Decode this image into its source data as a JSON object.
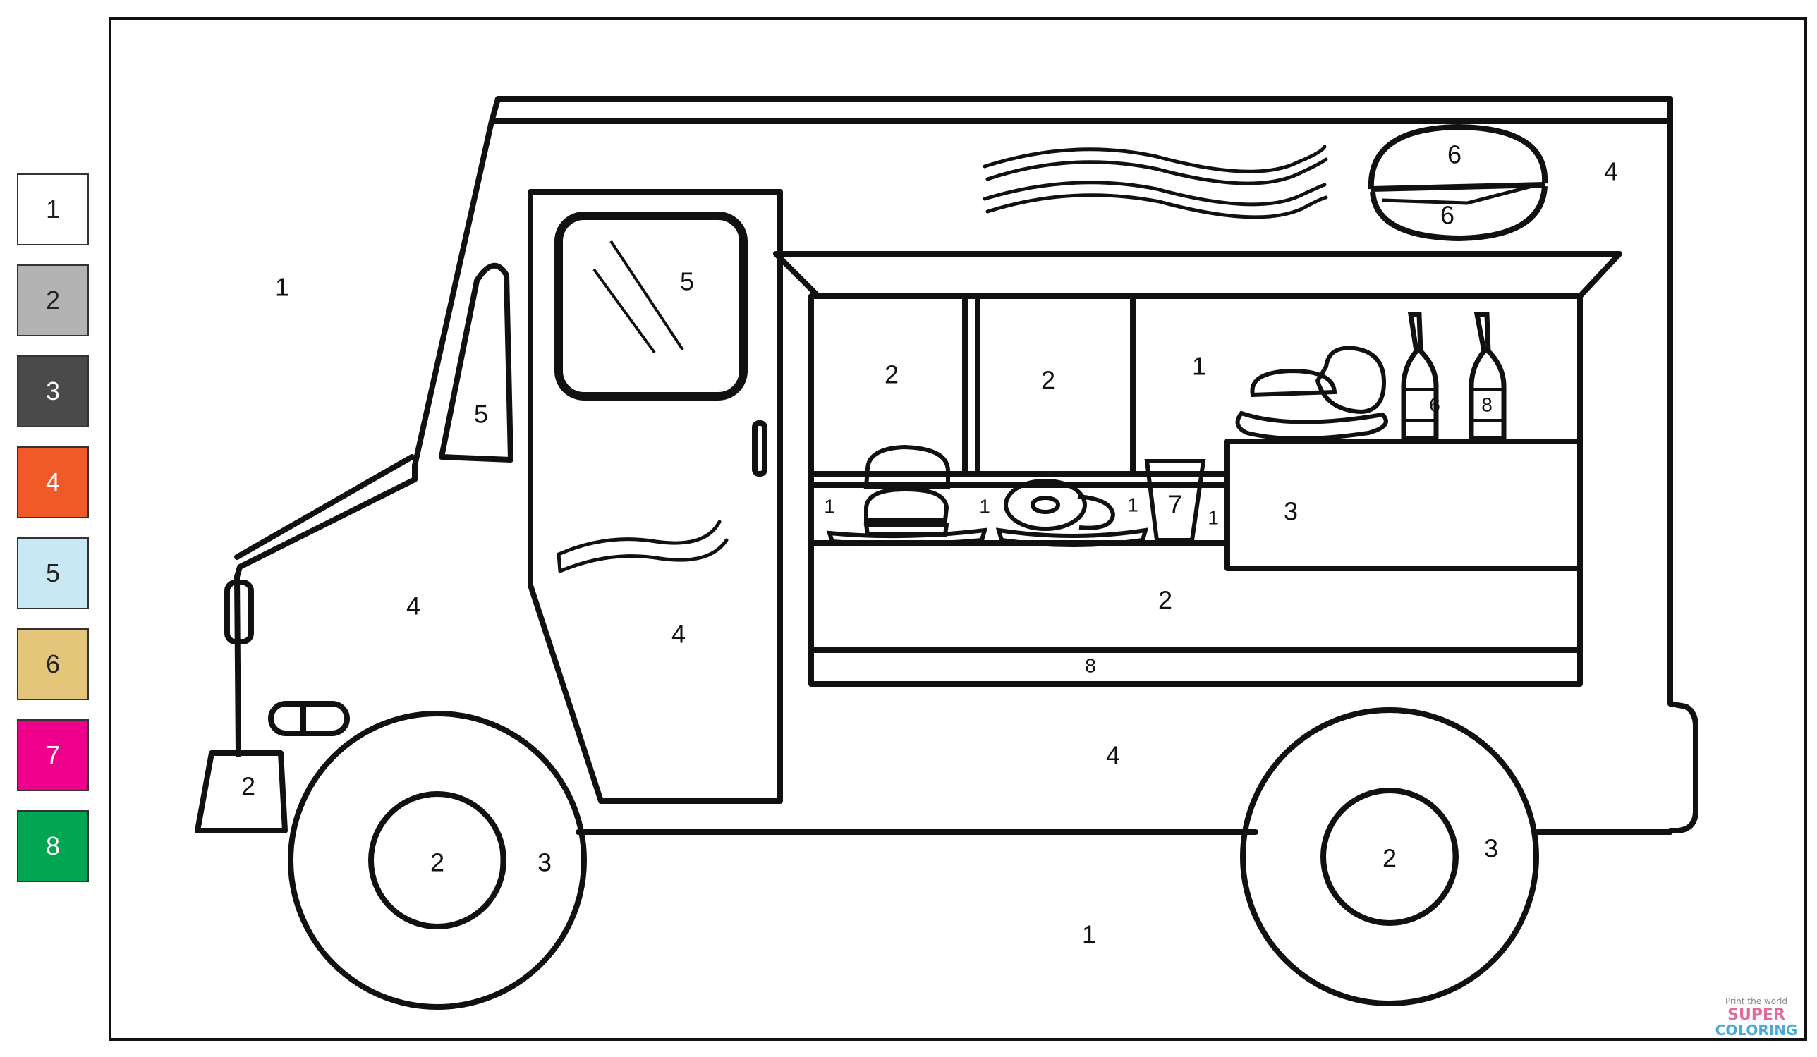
{
  "palette": [
    {
      "number": "1",
      "color": "#ffffff"
    },
    {
      "number": "2",
      "color": "#b3b3b3"
    },
    {
      "number": "3",
      "color": "#4a4a4a"
    },
    {
      "number": "4",
      "color": "#f05a28"
    },
    {
      "number": "5",
      "color": "#c8e8f4"
    },
    {
      "number": "6",
      "color": "#e4c67a"
    },
    {
      "number": "7",
      "color": "#ee008c"
    },
    {
      "number": "8",
      "color": "#00a651"
    }
  ],
  "regions": {
    "sky": "1",
    "hood_body": "4",
    "door_body": "4",
    "van_body_lower": "4",
    "van_top_right": "4",
    "ground": "1",
    "side_window": "5",
    "door_window": "5",
    "bumper": "2",
    "front_wheel_hub": "2",
    "front_wheel_tire": "3",
    "rear_wheel_hub": "2",
    "rear_wheel_tire": "3",
    "kitchen_panel_1": "2",
    "kitchen_panel_2": "2",
    "kitchen_panel_3": "1",
    "counter_front": "2",
    "counter_stripe": "8",
    "cabinet": "3",
    "plate_gap_1": "1",
    "plate_gap_2": "1",
    "plate_gap_3": "1",
    "plate_gap_4": "1",
    "cup": "7",
    "bottle_1": "6",
    "bottle_2": "8",
    "sign_burger_top": "6",
    "sign_burger_bottom": "6"
  },
  "watermark": {
    "line1": "Print the world",
    "line2": "SUPER",
    "line3": "COLORING"
  }
}
